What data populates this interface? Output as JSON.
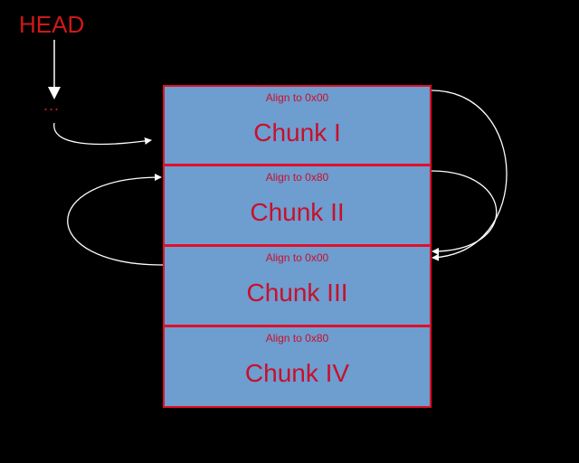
{
  "head_label": "HEAD",
  "ellipsis": "...",
  "chunks": [
    {
      "name": "Chunk I",
      "align": "Align to 0x00"
    },
    {
      "name": "Chunk II",
      "align": "Align to 0x80"
    },
    {
      "name": "Chunk III",
      "align": "Align to 0x00"
    },
    {
      "name": "Chunk IV",
      "align": "Align to 0x80"
    }
  ],
  "colors": {
    "background": "#000000",
    "text_red": "#d01818",
    "chunk_fill": "#6e9dd0",
    "chunk_border": "#e0102a",
    "arrow": "#ffffff"
  }
}
